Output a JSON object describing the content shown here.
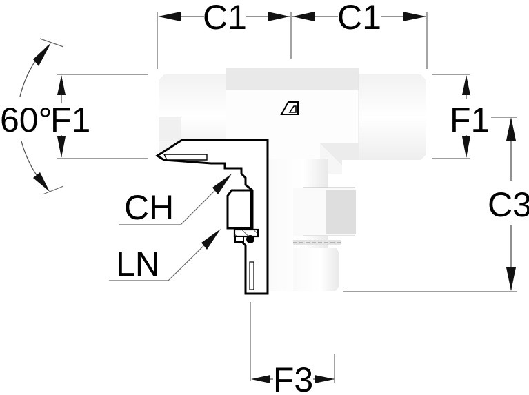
{
  "drawing": {
    "subject": "tee-fitting",
    "labels": {
      "c1_left": "C1",
      "c1_right": "C1",
      "angle": "60°",
      "f1_left": "F1",
      "f1_right": "F1",
      "c3": "C3",
      "ch": "CH",
      "ln": "LN",
      "f3": "F3"
    },
    "colors": {
      "line": "#000000",
      "body_light": "#f7f7f7",
      "body_shade": "#e6e6e6",
      "hex_shade": "#dcdcdc",
      "dimension": "#555555"
    }
  }
}
